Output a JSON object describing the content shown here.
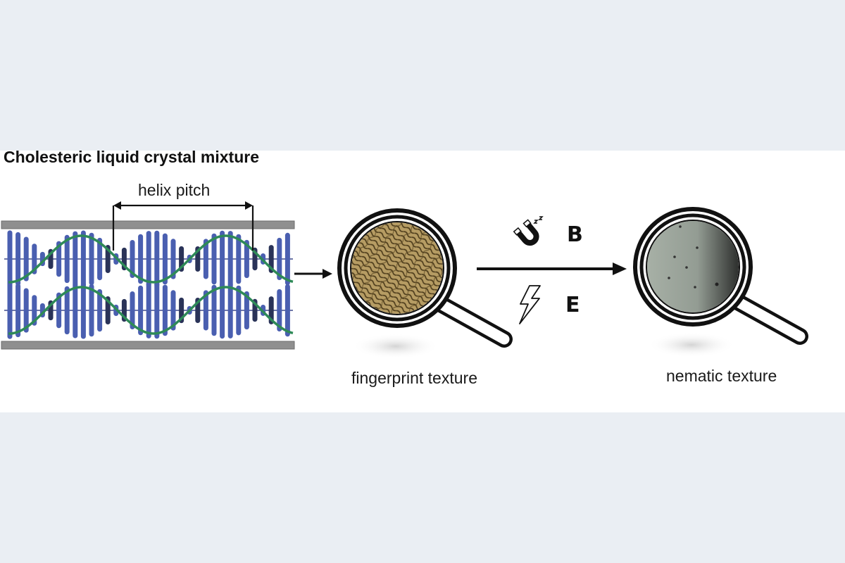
{
  "diagram": {
    "title": "Cholesteric liquid crystal mixture",
    "pitch_label": "helix pitch",
    "fingerprint_label": "fingerprint texture",
    "nematic_label": "nematic texture",
    "magnetic_field_label": "B",
    "electric_field_label": "E",
    "icons": [
      "magnet-icon",
      "lightning-icon",
      "magnifier-icon"
    ],
    "colors": {
      "rod": "#4a5fb0",
      "rod_dark": "#2a3358",
      "helix": "#2e8a57",
      "plate": "#8f8f8f",
      "fingerprint_bg": "#b39a63",
      "nematic_bg": "#9aa39a"
    }
  }
}
